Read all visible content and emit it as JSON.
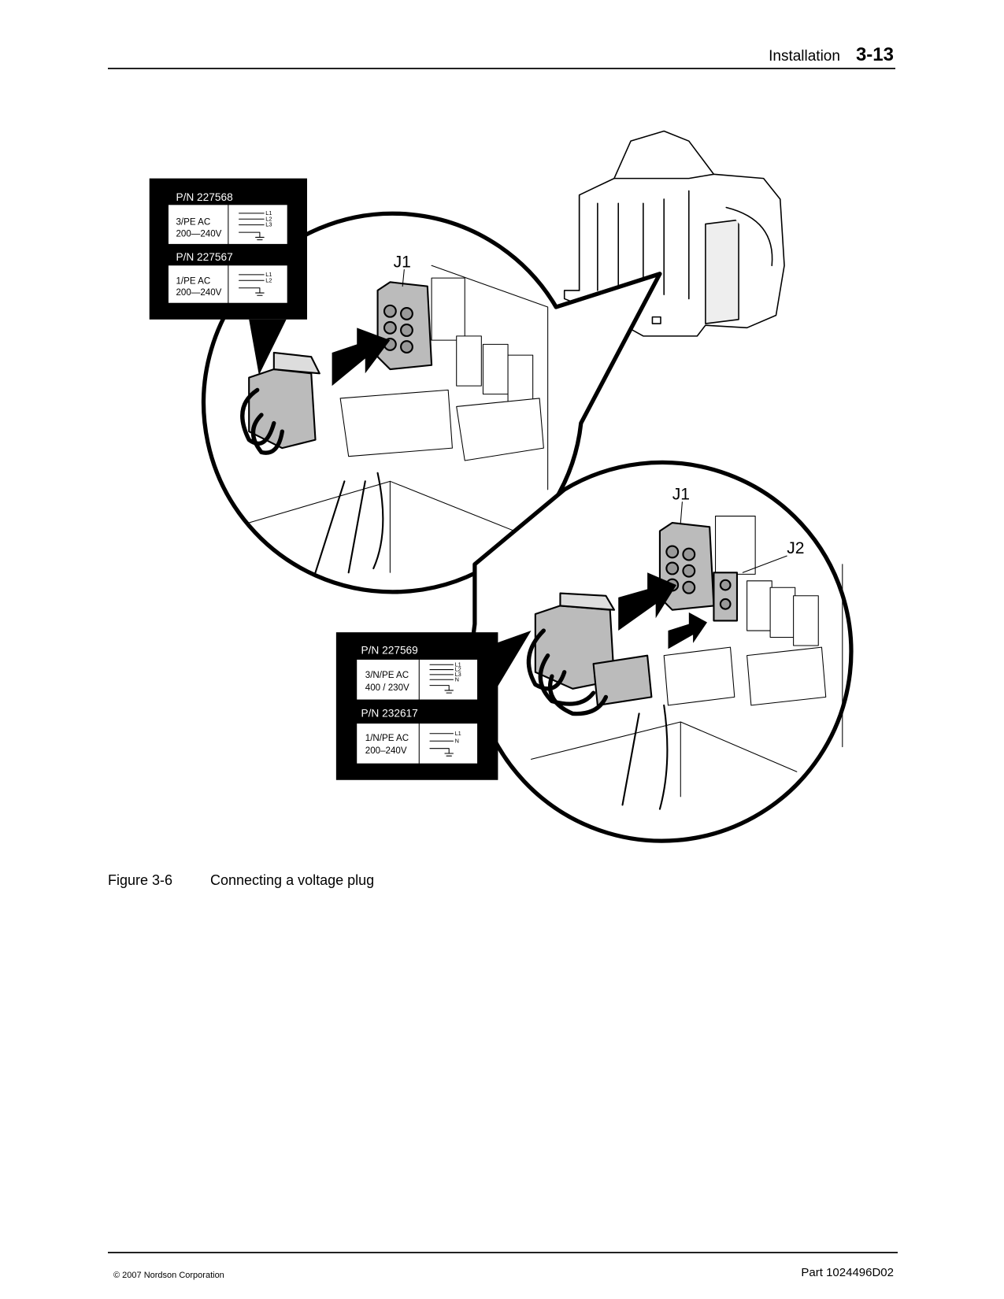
{
  "header": {
    "section": "Installation",
    "page_number": "3-13"
  },
  "figure": {
    "callouts": {
      "j1_top": "J1",
      "j1_bottom": "J1",
      "j2": "J2"
    },
    "label_top": {
      "plug_a": {
        "pn": "P/N 227568",
        "type": "3/PE AC",
        "voltage": "200—240V",
        "terminals": [
          "L1",
          "L2",
          "L3"
        ]
      },
      "plug_b": {
        "pn": "P/N 227567",
        "type": "1/PE AC",
        "voltage": "200—240V",
        "terminals": [
          "L1",
          "L2"
        ]
      }
    },
    "label_bottom": {
      "plug_a": {
        "pn": "P/N 227569",
        "type": "3/N/PE AC",
        "voltage": "400 / 230V",
        "terminals": [
          "L1",
          "L2",
          "L3",
          "N"
        ]
      },
      "plug_b": {
        "pn": "P/N 232617",
        "type": "1/N/PE AC",
        "voltage": "200–240V",
        "terminals": [
          "L1",
          "N"
        ]
      }
    }
  },
  "caption": {
    "number": "Figure 3-6",
    "title": "Connecting a voltage plug"
  },
  "footer": {
    "copyright": "© 2007 Nordson Corporation",
    "part": "Part 1024496D02"
  }
}
